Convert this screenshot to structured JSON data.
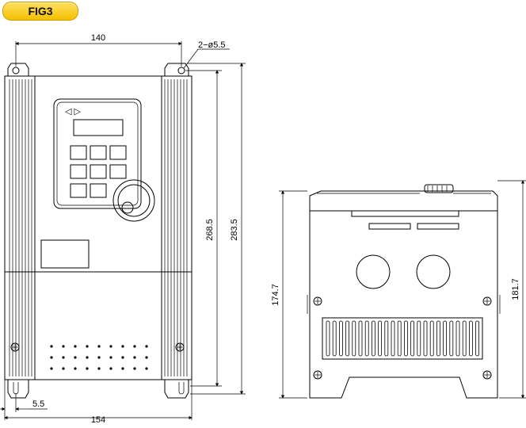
{
  "figure_label": "FIG3",
  "dimensions": {
    "top_width": "140",
    "holes": "2−ø5.5",
    "inner_height": "268.5",
    "overall_height": "283.5",
    "edge_offset": "5.5",
    "overall_width": "154",
    "side_depth_inner": "174.7",
    "side_depth_overall": "181.7"
  },
  "colors": {
    "badge": "#f5c000",
    "line": "#000000",
    "background": "#ffffff"
  }
}
